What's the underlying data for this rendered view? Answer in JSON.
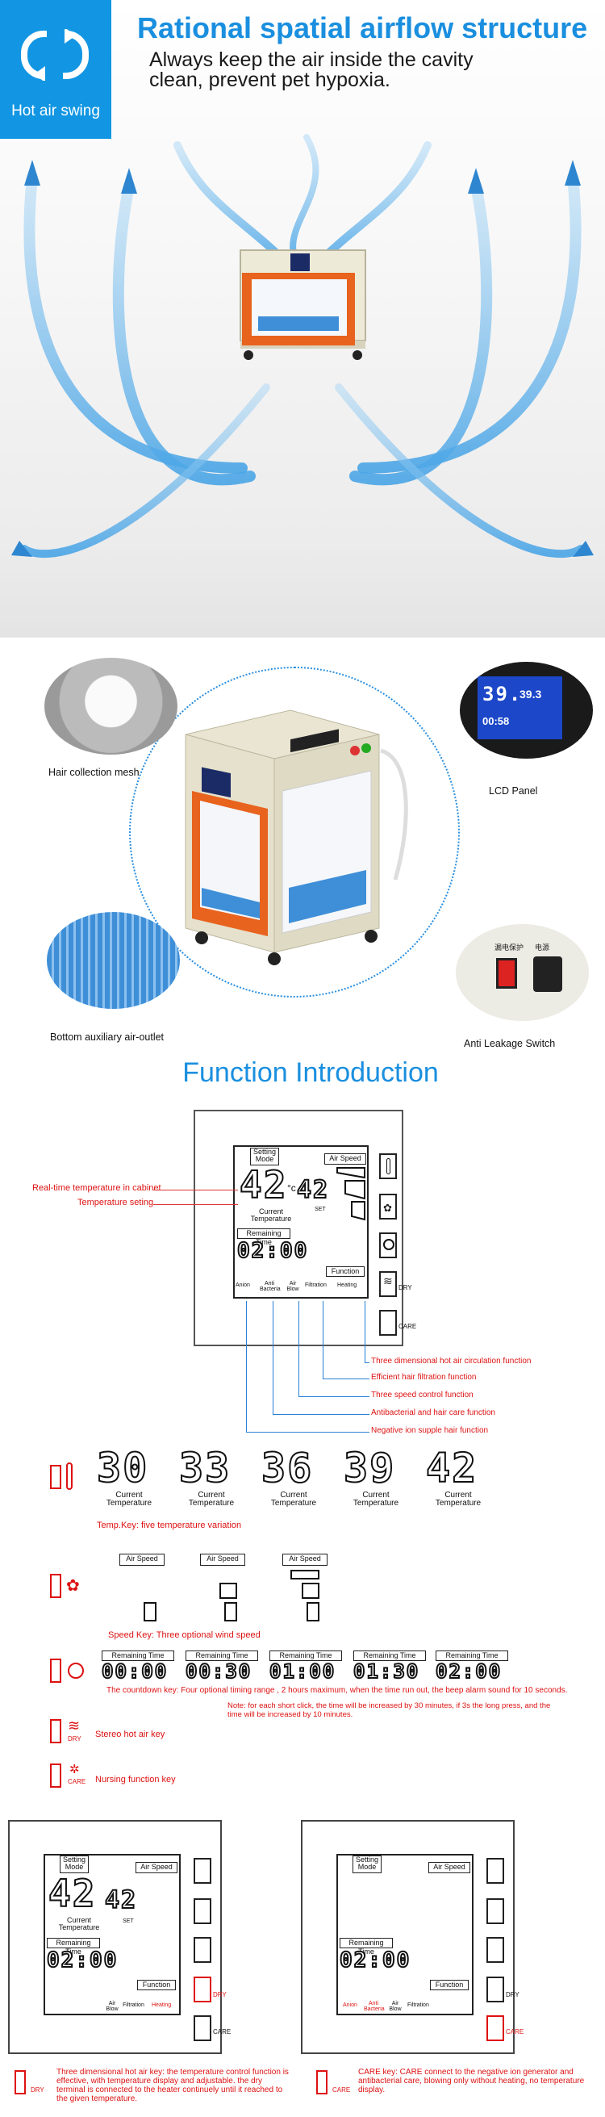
{
  "colors": {
    "accent_blue": "#1296e3",
    "title_blue": "#1a8fdf",
    "note_red": "#d11111"
  },
  "badge": {
    "icon": "refresh-cycle-icon",
    "label": "Hot air swing"
  },
  "airflow": {
    "title": "Rational spatial airflow structure",
    "subtitle_line1": "Always keep the air inside the cavity",
    "subtitle_line2": "clean, prevent pet hypoxia."
  },
  "product": {
    "hair_mesh": "Hair collection mesh",
    "lcd_panel": "LCD Panel",
    "bottom_outlet": "Bottom auxiliary air-outlet",
    "leakage_switch": "Anti Leakage Switch",
    "switch_cn_1": "漏电保护",
    "switch_cn_2": "电源",
    "lcd_temp": "39.",
    "lcd_temp2": "39.3",
    "lcd_time": "00:58"
  },
  "function": {
    "title": "Function Introduction",
    "panel": {
      "setting_mode": "Setting Mode",
      "air_speed": "Air Speed",
      "temp_big": "42",
      "unit": "°c",
      "temp_small": "42",
      "current_temperature": "Current Temperature",
      "set": "SET",
      "remaining_time": "Remaining Time",
      "time": "02:00",
      "function": "Function",
      "anion": "Anion",
      "anti_bacteria": "Anti Bacteria",
      "air_blow": "Air Blow",
      "filtration": "Filtration",
      "heating": "Heating",
      "dry": "DRY",
      "care": "CARE"
    },
    "left_labels": {
      "realtime": "Real-time temperature in cabinet",
      "setting": "Temperature seting"
    },
    "right_labels": [
      "Three dimensional hot air circulation function",
      "Efficient hair filtration function",
      "Three speed control function",
      "Antibacterial and hair care function",
      "Negative ion supple hair function"
    ],
    "temps": [
      "30",
      "33",
      "36",
      "39",
      "42"
    ],
    "temp_caption": "Current Temperature",
    "temp_key": "Temp.Key: five temperature variation",
    "speed_key": "Speed Key: Three optional wind speed",
    "times": [
      "00:00",
      "00:30",
      "01:00",
      "01:30",
      "02:00"
    ],
    "countdown_note": "The countdown key: Four optional timing range , 2 hours maximum, when the time run out, the beep alarm sound for 10 seconds.",
    "countdown_note2": "Note: for each short click, the time will be increased by 30 minutes, if 3s the long press, and the time will be increased by 10 minutes.",
    "stereo_key": "Stereo hot air key",
    "nursing_key": "Nursing function key",
    "dry_note": "Three dimensional hot air key: the temperature control function is effective, with temperature display and adjustable. the dry terminal is connected to the heater continuely until it reached to the given temperature.",
    "care_note": "CARE key: CARE connect to the negative ion generator and antibacterial care, blowing only without heating, no temperature display."
  }
}
